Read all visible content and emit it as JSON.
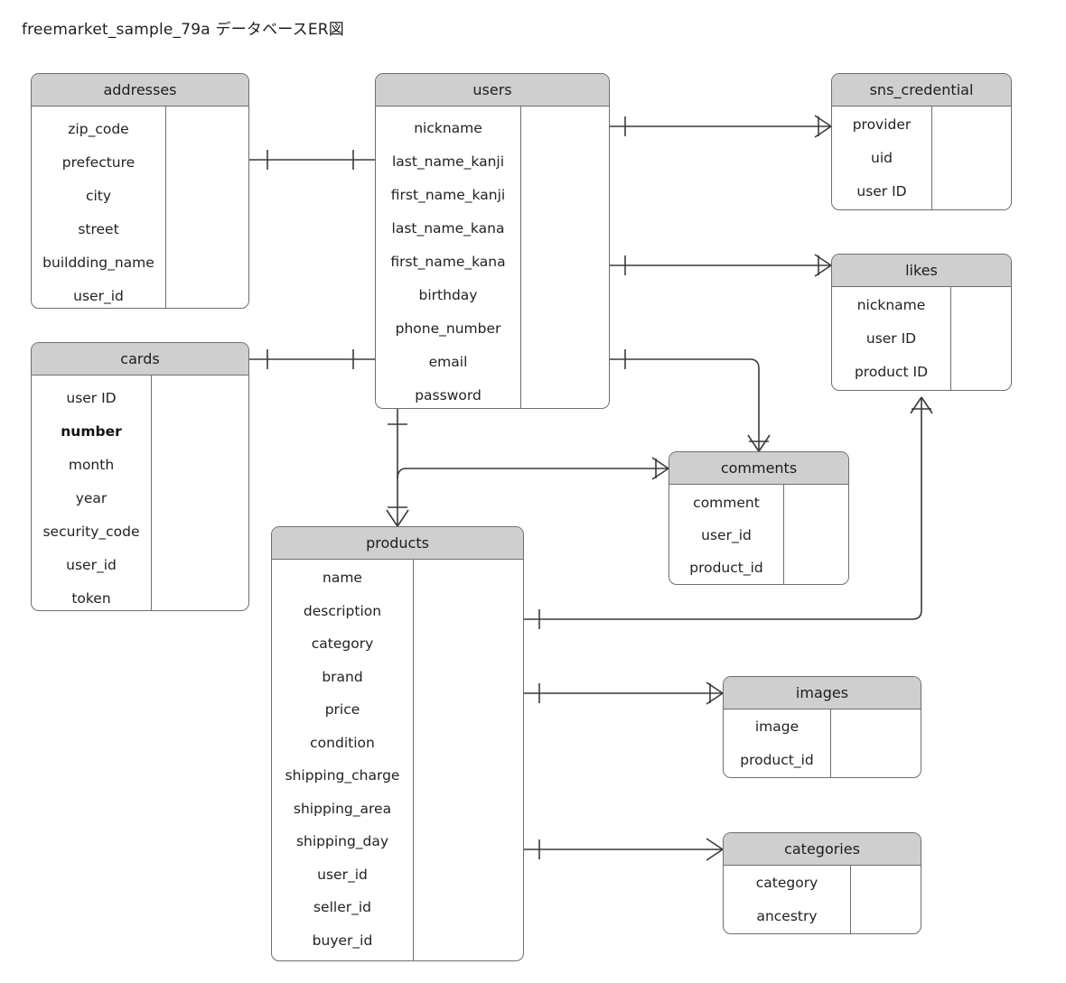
{
  "title": "freemarket_sample_79a  データベースER図",
  "theme": {
    "header_fill": "#cfcfcf",
    "border": "#6e6e6e",
    "line": "#3a3a3a",
    "body_fill": "#ffffff",
    "text": "#1c1c1c"
  },
  "entities": [
    {
      "id": "addresses",
      "name": "addresses",
      "fields": [
        "zip_code",
        "prefecture",
        "city",
        "street",
        "buildding_name",
        "user_id"
      ]
    },
    {
      "id": "cards",
      "name": "cards",
      "fields": [
        "user ID",
        "number",
        "month",
        "year",
        "security_code",
        "user_id",
        "token"
      ],
      "bold_fields": [
        "number"
      ]
    },
    {
      "id": "users",
      "name": "users",
      "fields": [
        "nickname",
        "last_name_kanji",
        "first_name_kanji",
        "last_name_kana",
        "first_name_kana",
        "birthday",
        "phone_number",
        "email",
        "password"
      ]
    },
    {
      "id": "sns_credential",
      "name": "sns_credential",
      "fields": [
        "provider",
        "uid",
        "user ID"
      ]
    },
    {
      "id": "likes",
      "name": "likes",
      "fields": [
        "nickname",
        "user ID",
        "product ID"
      ]
    },
    {
      "id": "comments",
      "name": "comments",
      "fields": [
        "comment",
        "user_id",
        "product_id"
      ]
    },
    {
      "id": "products",
      "name": "products",
      "fields": [
        "name",
        "description",
        "category",
        "brand",
        "price",
        "condition",
        "shipping_charge",
        "shipping_area",
        "shipping_day",
        "user_id",
        "seller_id",
        "buyer_id"
      ]
    },
    {
      "id": "images",
      "name": "images",
      "fields": [
        "image",
        "product_id"
      ]
    },
    {
      "id": "categories",
      "name": "categories",
      "fields": [
        "category",
        "ancestry"
      ]
    }
  ],
  "relationships": [
    {
      "id": "addresses-users",
      "from": "addresses",
      "to": "users",
      "from_card": "one",
      "to_card": "one"
    },
    {
      "id": "cards-users",
      "from": "cards",
      "to": "users",
      "from_card": "one",
      "to_card": "one"
    },
    {
      "id": "users-sns_credential",
      "from": "users",
      "to": "sns_credential",
      "from_card": "one",
      "to_card": "many"
    },
    {
      "id": "users-likes",
      "from": "users",
      "to": "likes",
      "from_card": "one",
      "to_card": "many"
    },
    {
      "id": "users-comments",
      "from": "users",
      "to": "comments",
      "from_card": "one",
      "to_card": "many"
    },
    {
      "id": "users-products",
      "from": "users",
      "to": "products",
      "from_card": "one",
      "to_card": "many"
    },
    {
      "id": "products-comments",
      "from": "products",
      "to": "comments",
      "from_card": "one",
      "to_card": "many"
    },
    {
      "id": "products-likes",
      "from": "products",
      "to": "likes",
      "from_card": "one",
      "to_card": "many"
    },
    {
      "id": "products-images",
      "from": "products",
      "to": "images",
      "from_card": "one",
      "to_card": "many"
    },
    {
      "id": "products-categories",
      "from": "products",
      "to": "categories",
      "from_card": "one",
      "to_card": "many"
    }
  ]
}
